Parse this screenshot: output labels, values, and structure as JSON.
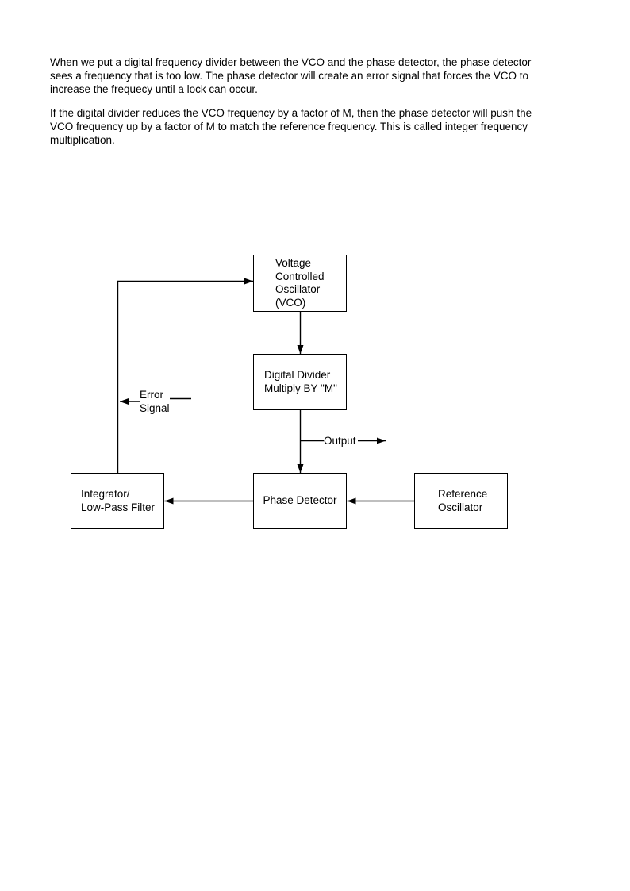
{
  "document": {
    "paragraphs": [
      "When we put a digital frequency divider between the VCO and the phase detector, the phase detector\nsees a frequency that is too low. The phase detector will create an error signal that forces the VCO to\nincrease the frequecy until a lock can occur.",
      "If the digital divider reduces the VCO frequency by a factor of M, then the phase detector will push the\nVCO frequency up by a factor of M to match the reference frequency. This is called integer frequency\nmultiplication."
    ]
  },
  "diagram": {
    "boxes": {
      "vco": "Voltage\nControlled\nOscillator\n(VCO)",
      "digital_divider": "Digital Divider\nMultiply BY \"M\"",
      "phase_detector": "Phase Detector",
      "integrator": "Integrator/\nLow-Pass Filter",
      "reference_oscillator": "Reference\nOscillator"
    },
    "labels": {
      "error_signal": "Error\nSignal",
      "output": "Output"
    },
    "colors": {
      "line": "#000000",
      "box_border": "#000000",
      "box_fill": "#ffffff",
      "text": "#000000",
      "page_background": "#ffffff"
    }
  }
}
